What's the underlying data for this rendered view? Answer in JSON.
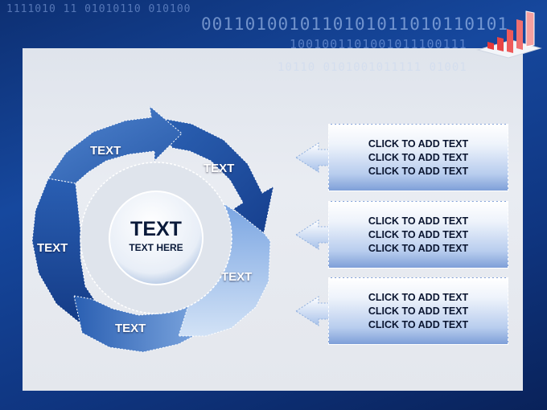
{
  "background": {
    "binary_lines": [
      "1111010  11  01010110   010100",
      "0011010010110101011010110101",
      "1001001101001011100111",
      "10110   0101001011111   01001"
    ]
  },
  "diagram": {
    "segments": [
      {
        "label": "TEXT"
      },
      {
        "label": "TEXT"
      },
      {
        "label": "TEXT"
      },
      {
        "label": "TEXT"
      },
      {
        "label": "TEXT"
      }
    ],
    "center": {
      "title": "TEXT",
      "subtitle": "TEXT HERE"
    }
  },
  "callouts": [
    {
      "lines": [
        "CLICK TO ADD TEXT",
        "CLICK TO ADD TEXT",
        "CLICK TO ADD TEXT"
      ]
    },
    {
      "lines": [
        "CLICK TO ADD TEXT",
        "CLICK TO ADD TEXT",
        "CLICK TO ADD TEXT"
      ]
    },
    {
      "lines": [
        "CLICK TO ADD TEXT",
        "CLICK TO ADD TEXT",
        "CLICK TO ADD TEXT"
      ]
    }
  ],
  "colors": {
    "accent": "#2b62b8",
    "dark": "#163f8e",
    "light": "#a9c6ee",
    "logo": "#e83a3a"
  }
}
